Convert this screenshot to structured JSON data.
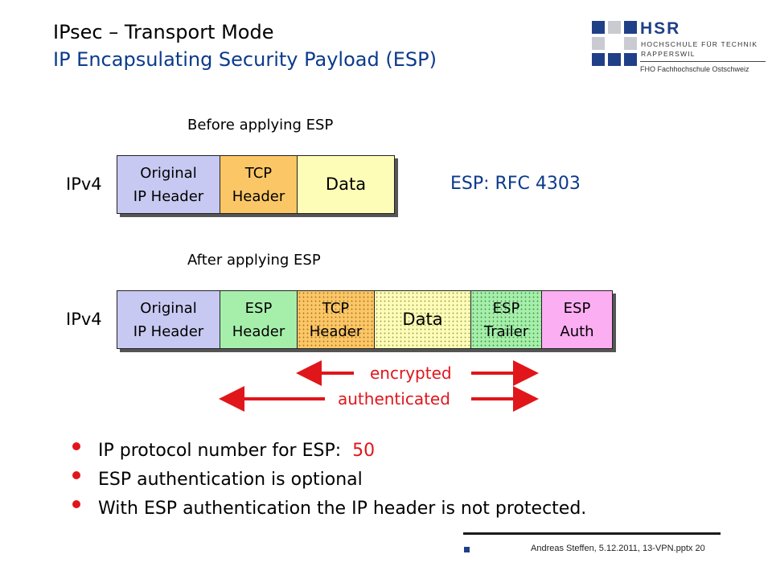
{
  "title": {
    "line1": "IPsec – Transport Mode",
    "line2": "IP Encapsulating Security Payload  (ESP)"
  },
  "logo": {
    "name": "HSR",
    "line1": "HOCHSCHULE FÜR TECHNIK",
    "line2": "RAPPERSWIL",
    "line3": "FHO Fachhochschule Ostschweiz",
    "colors": {
      "brand": "#1f3f87",
      "light": "#c9cbd1"
    }
  },
  "before": {
    "heading": "Before applying ESP",
    "protocol": "IPv4",
    "cells": [
      "Original\nIP Header",
      "TCP\nHeader",
      "Data"
    ]
  },
  "rfc": "ESP:  RFC 4303",
  "after": {
    "heading": "After applying ESP",
    "protocol": "IPv4",
    "cells": [
      "Original\nIP Header",
      "ESP\nHeader",
      "TCP\nHeader",
      "Data",
      "ESP\nTrailer",
      "ESP\nAuth"
    ]
  },
  "arrows": {
    "encrypted": "encrypted",
    "authenticated": "authenticated",
    "color": "#e0161b"
  },
  "bullets": [
    {
      "text": "IP protocol number for ESP:  ",
      "highlight": "50"
    },
    {
      "text": "ESP authentication is optional",
      "highlight": ""
    },
    {
      "text": "With ESP authentication the IP header is not protected.",
      "highlight": ""
    }
  ],
  "footer": "Andreas Steffen, 5.12.2011, 13-VPN.pptx 20"
}
